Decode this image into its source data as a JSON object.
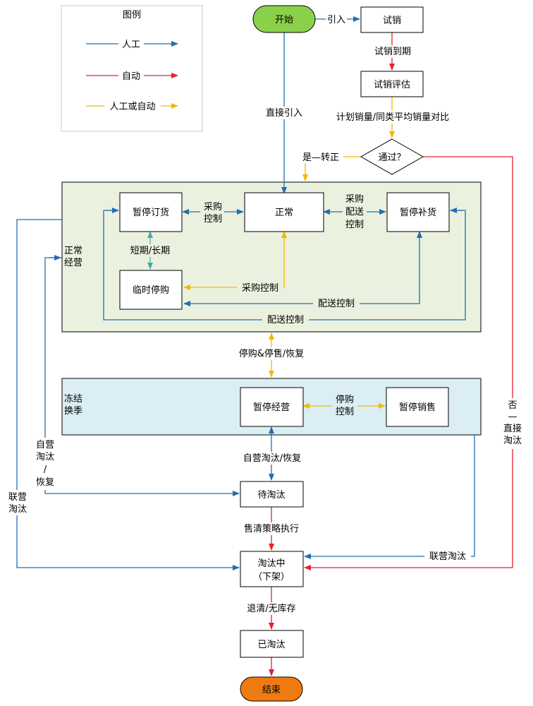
{
  "legend": {
    "title": "图例",
    "items": [
      {
        "label": "人工",
        "color": "#1f6fb5"
      },
      {
        "label": "自动",
        "color": "#e8202a"
      },
      {
        "label": "人工或自动",
        "color": "#f5b800"
      }
    ]
  },
  "colors": {
    "manual": "#1f6fb5",
    "auto": "#e8202a",
    "either": "#f5b800",
    "teal": "#4aa8b8",
    "start_fill": "#8bd04a",
    "end_fill": "#f07a12",
    "normal_area": "#eaf1de",
    "freeze_area": "#daeef3"
  },
  "nodes": {
    "start": "开始",
    "trial": "试销",
    "trial_eval": "试销评估",
    "pass_q": "通过？",
    "pause_order": "暂停订货",
    "normal": "正常",
    "pause_replenish": "暂停补货",
    "temp_stop": "临时停购",
    "pause_operation": "暂停经营",
    "pause_sales": "暂停销售",
    "pending_elim": "待淘汰",
    "eliminating_line1": "淘汰中",
    "eliminating_line2": "（下架）",
    "eliminated": "已淘汰",
    "end": "结束"
  },
  "areas": {
    "normal_l1": "正常",
    "normal_l2": "经营",
    "freeze_l1": "冻结",
    "freeze_l2": "换季"
  },
  "edges": {
    "introduce": "引入",
    "trial_expire": "试销到期",
    "direct_introduce": "直接引入",
    "compare": "计划销量/同类平均销量对比",
    "yes_convert": "是—转正",
    "no_l1": "否",
    "no_l2": "—",
    "no_l3": "直接",
    "no_l4": "淘汰",
    "purchase_ctrl_a1": "采购",
    "purchase_ctrl_a2": "控制",
    "purchase_dist_1": "采购",
    "purchase_dist_2": "配送",
    "purchase_dist_3": "控制",
    "short_long": "短期/长期",
    "purchase_ctrl": "采购控制",
    "dist_ctrl_a": "配送控制",
    "dist_ctrl_b": "配送控制",
    "stop_buy_sell": "停购&停售/恢复",
    "stop_buy_1": "停购",
    "stop_buy_2": "控制",
    "self_elim": "自营淘汰/恢复",
    "self_l1": "自营",
    "self_l2": "淘汰",
    "self_l3": "/",
    "self_l4": "恢复",
    "joint_l1": "联营",
    "joint_l2": "淘汰",
    "clearance": "售清策略执行",
    "joint_elim": "联营淘汰",
    "clear_stock": "退清/无库存"
  }
}
